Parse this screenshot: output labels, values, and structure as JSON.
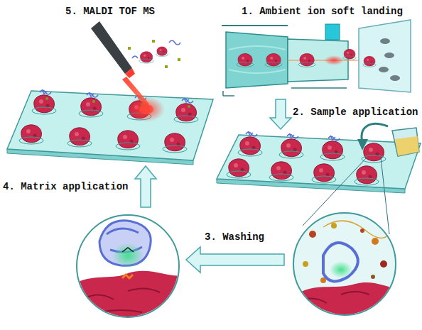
{
  "diagram": {
    "labels": [
      "1. Ambient ion soft landing",
      "2. Sample application",
      "3. Washing",
      "4. Matrix application",
      "5. MALDI TOF MS"
    ]
  }
}
